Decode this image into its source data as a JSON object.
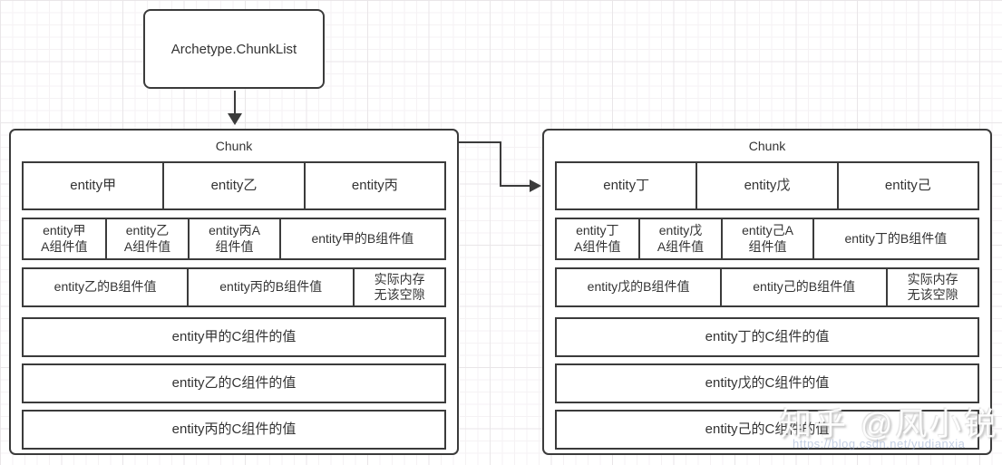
{
  "diagram": {
    "root_box": {
      "label": "Archetype.ChunkList"
    },
    "chunks": [
      {
        "title": "Chunk",
        "entities_row": [
          "entity甲",
          "entity乙",
          "entity丙"
        ],
        "a_row": [
          "entity甲\nA组件值",
          "entity乙\nA组件值",
          "entity丙A\n组件值",
          "entity甲的B组件值"
        ],
        "b_row": [
          "entity乙的B组件值",
          "entity丙的B组件值",
          "实际内存\n无该空隙"
        ],
        "c_rows": [
          "entity甲的C组件的值",
          "entity乙的C组件的值",
          "entity丙的C组件的值"
        ]
      },
      {
        "title": "Chunk",
        "entities_row": [
          "entity丁",
          "entity戊",
          "entity己"
        ],
        "a_row": [
          "entity丁\nA组件值",
          "entity戊\nA组件值",
          "entity己A\n组件值",
          "entity丁的B组件值"
        ],
        "b_row": [
          "entity戊的B组件值",
          "entity己的B组件值",
          "实际内存\n无该空隙"
        ],
        "c_rows": [
          "entity丁的C组件的值",
          "entity戊的C组件的值",
          "entity己的C组件的值"
        ]
      }
    ],
    "watermark": {
      "author": "知乎 @风小锐",
      "url": "https://blog.csdn.net/yudianxia"
    },
    "colors": {
      "shape_border": "#3b3b3b",
      "text": "#333333",
      "grid_minor": "#f5f2f4",
      "grid_major": "#e9e6e8"
    }
  }
}
